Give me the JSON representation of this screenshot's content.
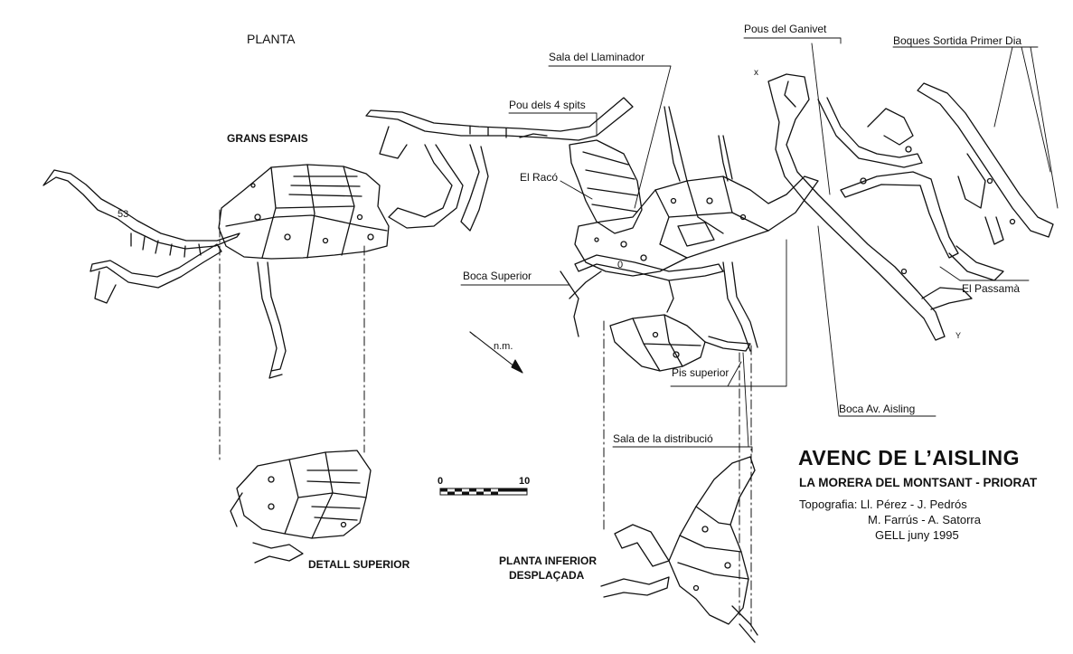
{
  "map": {
    "title": "AVENC DE L’AISLING",
    "subtitle": "LA MORERA DEL MONTSANT - PRIORAT",
    "credits": [
      "Topografia: Ll. Pérez - J. Pedrós",
      "M. Farrús - A. Satorra",
      "GELL  juny  1995"
    ],
    "view_label": "PLANTA",
    "north_label": "n.m.",
    "scale": {
      "start": "0",
      "end": "10"
    },
    "survey_marks": {
      "station_53": "53",
      "station_0": "0",
      "x_mark": "x",
      "y_mark": "Y"
    },
    "section_labels": {
      "grans_espais": "GRANS ESPAIS",
      "detall_superior": "DETALL SUPERIOR",
      "planta_inferior_line1": "PLANTA INFERIOR",
      "planta_inferior_line2": "DESPLAÇADA"
    },
    "feature_labels": {
      "pous_ganivet": "Pous del Ganivet",
      "boques_sortida": "Boques Sortida Primer Dia",
      "sala_llaminador": "Sala del Llaminador",
      "pou_4_spits": "Pou dels 4 spits",
      "el_raco": "El Racó",
      "boca_superior": "Boca Superior",
      "el_passama": "El Passamà",
      "pis_superior": "Pis superior",
      "boca_av_aisling": "Boca Av. Aisling",
      "sala_distribucio": "Sala de la distribució"
    },
    "colors": {
      "ink": "#111111",
      "paper": "#ffffff"
    }
  }
}
